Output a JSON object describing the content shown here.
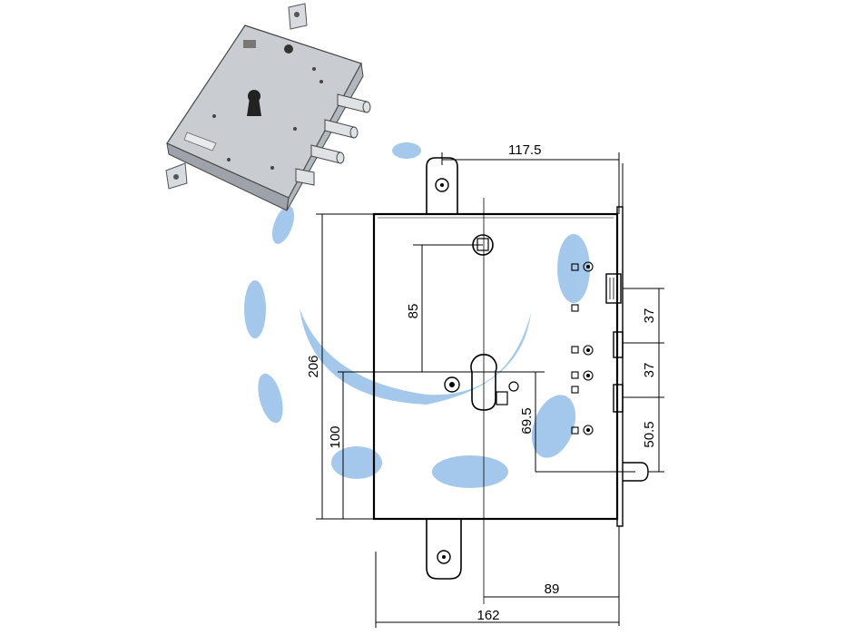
{
  "dimensions": {
    "top_width": "117.5",
    "overall_height": "206",
    "keyhole_to_follower": "85",
    "keyhole_height": "100",
    "cylinder_offset": "69.5",
    "bolt_pitch_1": "37",
    "bolt_pitch_2": "37",
    "bolt_pitch_3": "50.5",
    "backset": "89",
    "overall_width": "162"
  },
  "colors": {
    "watermark": "#9fc6ea",
    "lock_body_metal": "#c9cdd2",
    "outline": "#000000"
  },
  "icons": {
    "product_photo": "mortise-lock-photo",
    "watermark": "brand-logo-watermark"
  }
}
